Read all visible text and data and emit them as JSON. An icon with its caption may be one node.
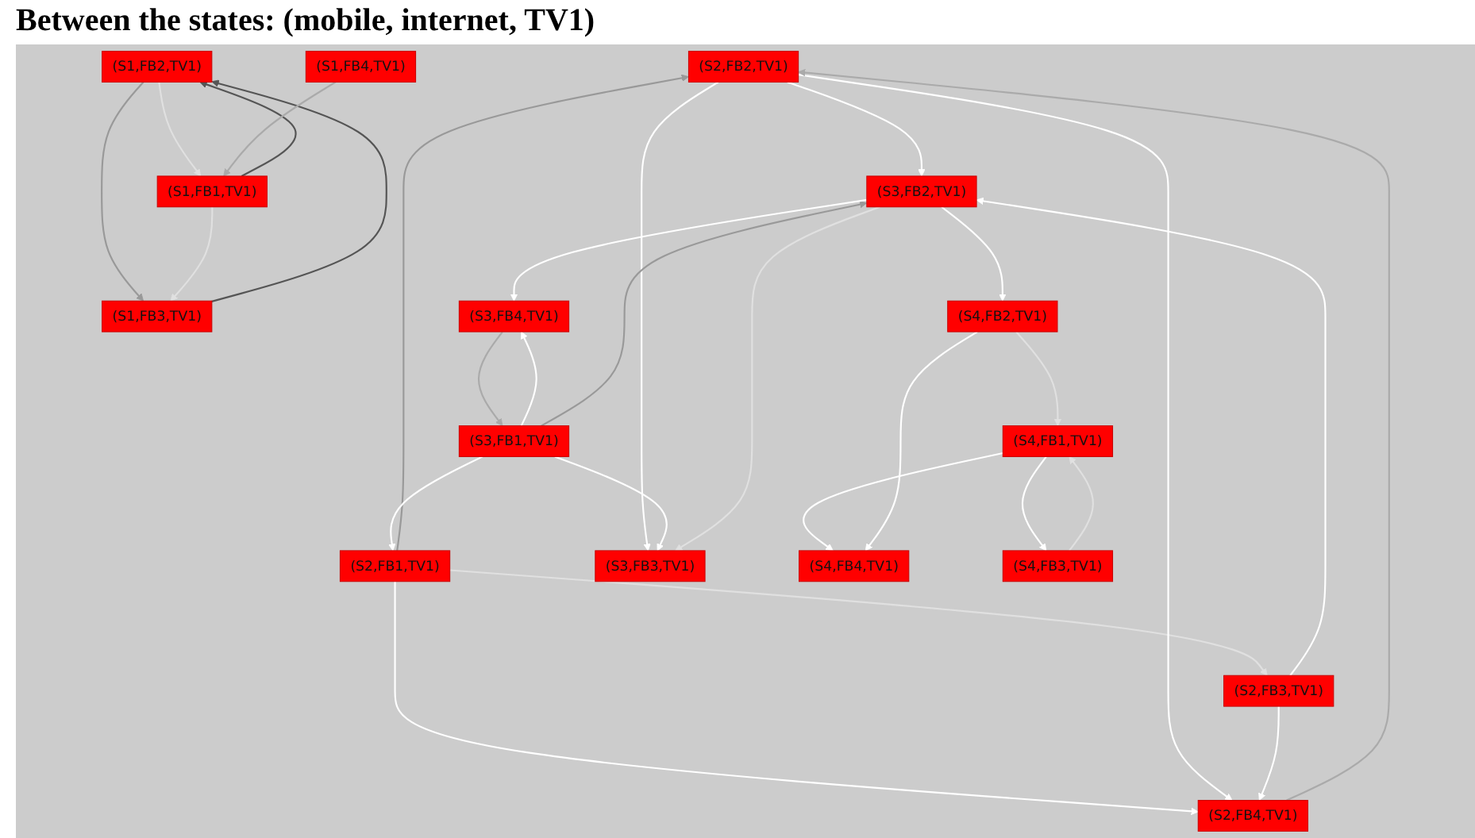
{
  "diagram": {
    "title": "Between the states: (mobile, internet, TV1)",
    "nodes": [
      {
        "text": [
          "(S1,FB2,TV1)"
        ]
      },
      {
        "text": [
          "(S1,FB3,TV1)"
        ]
      },
      {
        "text": [
          "(S1,FB1,TV1)"
        ]
      },
      {
        "text": [
          "(S1,FB4,TV1)"
        ]
      },
      {
        "text": [
          "(S2,FB2,TV1)"
        ]
      },
      {
        "text": [
          "(S2,FB3,TV1)"
        ]
      },
      {
        "text": [
          "(S2,FB1,TV1)"
        ]
      },
      {
        "text": [
          "(S2,FB4,TV1)"
        ]
      },
      {
        "text": [
          "(S3,FB1,TV1)"
        ]
      },
      {
        "text": [
          "(S3,FB4,TV1)"
        ]
      },
      {
        "text": [
          "(S3,FB2,TV1)"
        ]
      },
      {
        "text": [
          "(S3,FB3,TV1)"
        ]
      },
      {
        "text": [
          "(S4,FB1,TV1)"
        ]
      },
      {
        "text": [
          "(S4,FB4,TV1)"
        ]
      },
      {
        "text": [
          "(S4,FB2,TV1)"
        ]
      },
      {
        "text": [
          "(S4,FB3,TV1)"
        ]
      }
    ],
    "edges": [
      {
        "from": 2,
        "to": 0,
        "arrow": "to",
        "color": "#555555"
      },
      {
        "from": 1,
        "to": 0,
        "arrow": "to",
        "color": "#555555"
      },
      {
        "from": 0,
        "to": 1,
        "arrow": "to",
        "color": "#999999"
      },
      {
        "from": 2,
        "to": 1,
        "arrow": "to",
        "color": "#e0e0e0"
      },
      {
        "from": 0,
        "to": 2,
        "arrow": "to",
        "color": "#e0e0e0"
      },
      {
        "from": 3,
        "to": 2,
        "arrow": "to",
        "color": "#aaaaaa"
      },
      {
        "from": 6,
        "to": 4,
        "arrow": "to",
        "color": "#999999"
      },
      {
        "from": 6,
        "to": 5,
        "arrow": "to",
        "color": "#e0e0e0"
      },
      {
        "from": 6,
        "to": 7,
        "arrow": "to"
      },
      {
        "from": 4,
        "to": 7,
        "arrow": "to"
      },
      {
        "from": 5,
        "to": 7,
        "arrow": "to"
      },
      {
        "from": 7,
        "to": 4,
        "arrow": "to",
        "color": "#aaaaaa"
      },
      {
        "from": 4,
        "to": 10,
        "arrow": "to"
      },
      {
        "from": 4,
        "to": 11,
        "arrow": "to"
      },
      {
        "from": 5,
        "to": 10,
        "arrow": "to"
      },
      {
        "from": 8,
        "to": 6,
        "arrow": "to"
      },
      {
        "from": 8,
        "to": 9,
        "arrow": "to"
      },
      {
        "from": 9,
        "to": 8,
        "arrow": "to",
        "color": "#aaaaaa"
      },
      {
        "from": 8,
        "to": 11,
        "arrow": "to"
      },
      {
        "from": 8,
        "to": 10,
        "arrow": "to",
        "color": "#999999"
      },
      {
        "from": 10,
        "to": 9,
        "arrow": "to"
      },
      {
        "from": 10,
        "to": 11,
        "arrow": "to",
        "color": "#e0e0e0"
      },
      {
        "from": 10,
        "to": 14,
        "arrow": "to"
      },
      {
        "from": 12,
        "to": 13,
        "arrow": "to"
      },
      {
        "from": 14,
        "to": 13,
        "arrow": "to"
      },
      {
        "from": 12,
        "to": 15,
        "arrow": "to"
      },
      {
        "from": 15,
        "to": 12,
        "arrow": "to",
        "color": "#e0e0e0"
      },
      {
        "from": 14,
        "to": 12,
        "arrow": "to",
        "color": "#e0e0e0"
      }
    ]
  }
}
